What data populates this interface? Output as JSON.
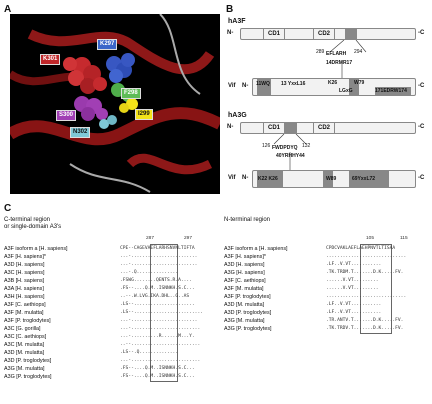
{
  "panels": {
    "a": "A",
    "b": "B",
    "c": "C"
  },
  "structure_labels": [
    {
      "id": "k301",
      "text": "K301",
      "color": "#c0282b"
    },
    {
      "id": "k297",
      "text": "K297",
      "color": "#3b66c9"
    },
    {
      "id": "f298",
      "text": "F298",
      "color": "#5dbb56"
    },
    {
      "id": "i299",
      "text": "I299",
      "color": "#f3e31a"
    },
    {
      "id": "s300",
      "text": "S300",
      "color": "#a13fb4"
    },
    {
      "id": "n302",
      "text": "N302",
      "color": "#7fc8d6"
    }
  ],
  "diagram": {
    "ha3f": {
      "name": "hA3F",
      "n": "N-",
      "c": "-C",
      "cd1": "CD1",
      "cd2": "CD2",
      "motif_num_start": "289",
      "motif": "EFLARH",
      "motif_num_end": "294",
      "vif": "Vif",
      "vif_motif1": "14DRMR17",
      "vif_seq1": "11WQ",
      "vif_seq2": "13 YxxL16",
      "vif_seq3": "K26",
      "vif_seq4": "W79",
      "vif_seq5": "LGxG",
      "vif_seq6": "171EDRW174"
    },
    "ha3g": {
      "name": "hA3G",
      "n": "N-",
      "c": "-C",
      "cd1": "CD1",
      "cd2": "CD2",
      "motif_num_start": "126",
      "motif": "FWDPDYQ",
      "motif_num_end": "132",
      "motif2": "40YRHHY44",
      "vif": "Vif",
      "vif_seq1": "K22 K26",
      "vif_seq2": "W89",
      "vif_seq3": "69YxxL72"
    }
  },
  "alignment": {
    "left_title": "C-terminal region",
    "left_subtitle": "or single-domain A3's",
    "right_title": "N-terminal region",
    "left_ruler": [
      "287",
      "297"
    ],
    "right_ruler": [
      "105",
      "115"
    ],
    "left_names": [
      "A3F isoform a [H. sapiens]",
      "A3F [H. sapiens]*",
      "A3D [H. sapiens]",
      "A3C [H. sapiens]",
      "A3B [H. sapiens]",
      "A3A [H. sapiens]",
      "A3H [H. sapiens]",
      "A3F [C. aethiops]",
      "A3F [M. mulatta]",
      "A3F [P. troglodytes]",
      "A3C [G. gorilla]",
      "A3C [C. aethiops]",
      "A3C [M. mulatta]",
      "A3D [M. mulatta]",
      "A3D [P. troglodytes]",
      "A3G [M. mulatta]",
      "A3G [P. troglodytes]"
    ],
    "left_seqs": [
      "CPE--CAGEVAEFLARHSNVNLTIFTA",
      "...-........................",
      "...-........................",
      "...-.Q...............",
      ".FSWG........QENTS.R.A....",
      ".FS--....Q.M..ISNNKH.S.C...",
      "..--.W.LVG.IKA.DHL..G..AS",
      ".LS--......................",
      ".LS--.........................",
      "...-........................",
      "...-.........................",
      "...-..........R......M...Y.",
      "..--.........................",
      ".LS--.Q..............",
      "...-.........................",
      ".FS--....Q.M..ISNNKH.S.C...",
      ".FS--....Q.M..ISNNKH.S.C..."
    ],
    "right_names": [
      "A3F isoform a [H. sapiens]",
      "A3F [H. sapiens]*",
      "A3D [H. sapiens]",
      "A3G [H. sapiens]",
      "A3F [C. aethiops]",
      "A3F [M. mulatta]",
      "A3F [P. troglodytes]",
      "A3D [M. mulatta]",
      "A3D [P. troglodytes]",
      "A3G [M. mulatta]",
      "A3G [P. troglodytes]"
    ],
    "right_seqs": [
      "CPDCVAKLAEFLAEHPNVTLTISAA",
      ".............................",
      ".LF..V.VT...........",
      ".TK.TRDM.T.......D.K.....FV.",
      "......V.VT.........",
      "......V.VT.........",
      ".............................",
      ".LF..V.VT...........",
      ".LF..V.VT...........",
      ".TR.ANTV.T.......D.K.....FV.",
      ".TK.TRDV.T.......D.K.....FV."
    ]
  }
}
